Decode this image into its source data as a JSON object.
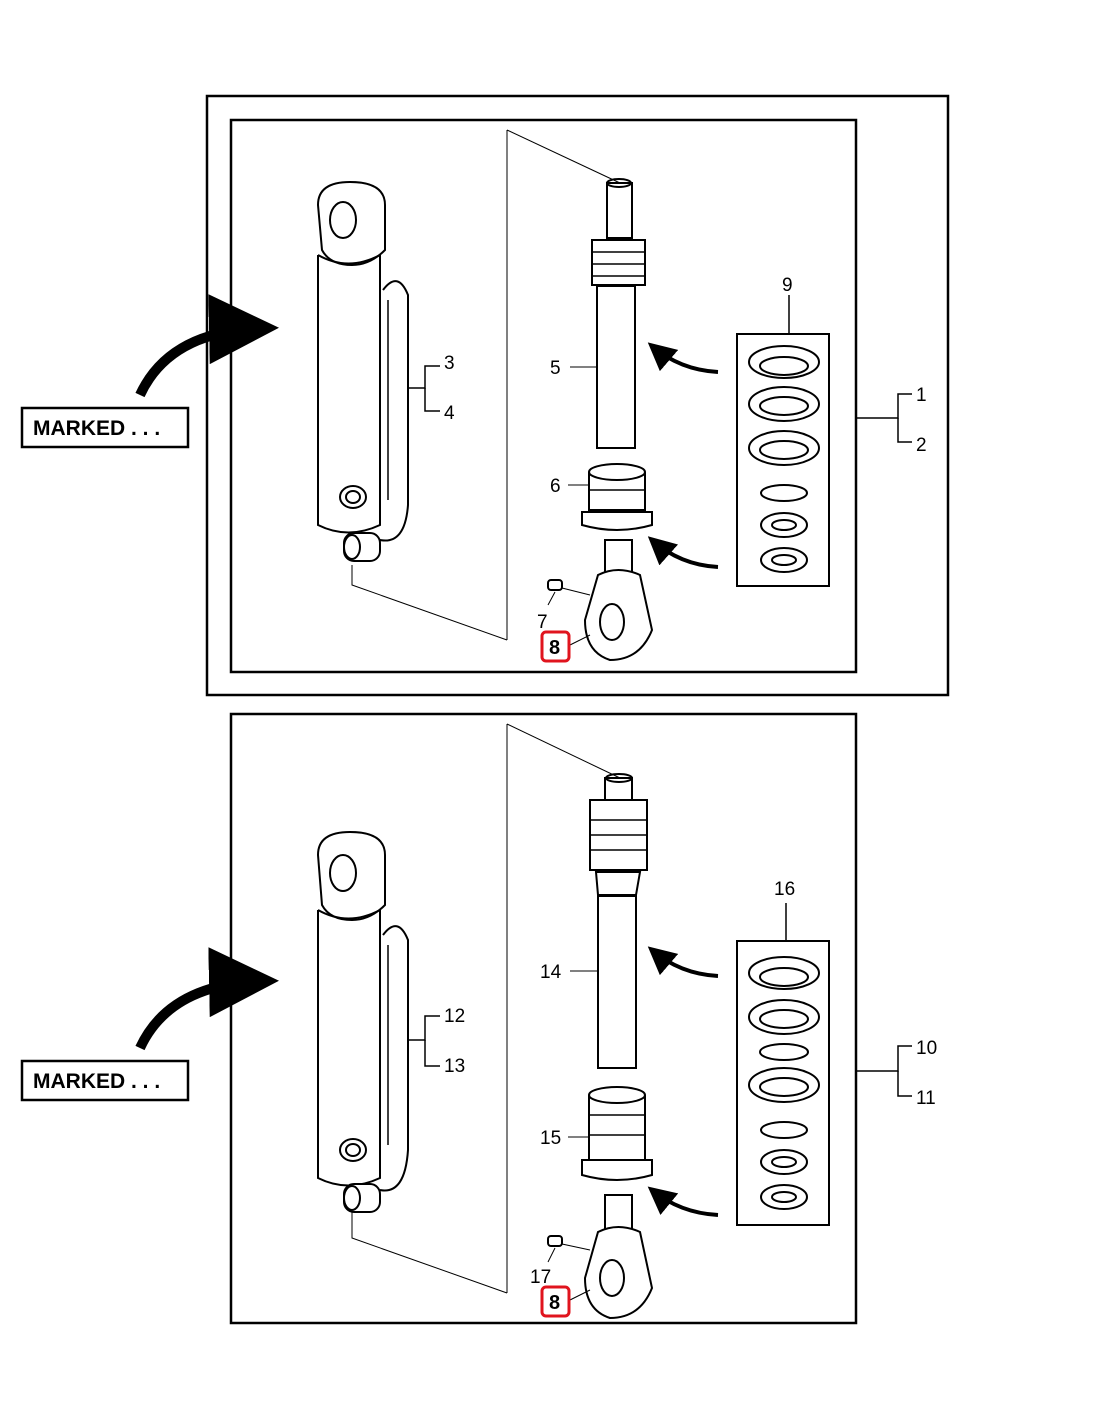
{
  "colors": {
    "line": "#000000",
    "highlight": "#e0141e",
    "background": "#ffffff"
  },
  "top_figure": {
    "marked_label": "MARKED . . .",
    "callouts": {
      "c1": "1",
      "c2": "2",
      "c3": "3",
      "c4": "4",
      "c5": "5",
      "c6": "6",
      "c7": "7",
      "c8": "8",
      "c9": "9"
    }
  },
  "bottom_figure": {
    "marked_label": "MARKED . . .",
    "callouts": {
      "c10": "10",
      "c11": "11",
      "c12": "12",
      "c13": "13",
      "c14": "14",
      "c15": "15",
      "c16": "16",
      "c17": "17",
      "c8": "8"
    }
  },
  "icons": [
    "hydraulic-cylinder-icon",
    "piston-rod-icon",
    "piston-icon",
    "rod-eye-icon",
    "grease-fitting-icon",
    "seal-kit-icon",
    "curved-arrow-icon"
  ]
}
